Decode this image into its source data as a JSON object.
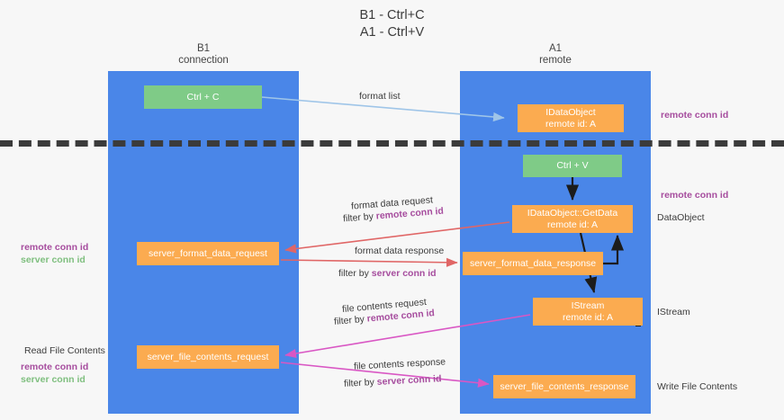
{
  "title": {
    "line1": "B1 - Ctrl+C",
    "line2": "A1 - Ctrl+V"
  },
  "lanes": [
    {
      "name": "B1",
      "sub": "connection"
    },
    {
      "name": "A1",
      "sub": "remote"
    }
  ],
  "nodes": {
    "ctrl_c": {
      "label": "Ctrl + C"
    },
    "idataobject": {
      "label": "IDataObject",
      "sub": "remote id: A"
    },
    "ctrl_v": {
      "label": "Ctrl + V"
    },
    "getdata": {
      "label": "IDataObject::GetData",
      "sub": "remote id: A"
    },
    "format_req": {
      "label": "server_format_data_request"
    },
    "format_resp": {
      "label": "server_format_data_response"
    },
    "istream": {
      "label": "IStream",
      "sub": "remote id: A"
    },
    "file_req": {
      "label": "server_file_contents_request"
    },
    "file_resp": {
      "label": "server_file_contents_response"
    }
  },
  "edge_labels": {
    "format_list": "format list",
    "format_data_request": "format data request",
    "filter_by": "filter by ",
    "remote_conn_id": "remote conn id",
    "format_data_response": "format data response",
    "server_conn_id": "server conn id",
    "file_contents_request": "file contents request",
    "file_contents_response": "file contents response"
  },
  "annotations": {
    "remote_conn_id": "remote conn id",
    "server_conn_id": "server conn id",
    "dataobject": "DataObject",
    "istream": "IStream",
    "write_file_contents": "Write File Contents",
    "read_file_contents": "Read File Contents"
  },
  "colors": {
    "lane": "#4a86e8",
    "green_node": "#7fcb87",
    "orange_node": "#fbab50",
    "purple_text": "#a64d9e",
    "green_text": "#7fbf7f",
    "divider": "#3b3b3b",
    "wire_blue": "#9fc5e8",
    "wire_red": "#e06666",
    "wire_magenta": "#d957c4",
    "wire_black": "#1c1c1c"
  }
}
